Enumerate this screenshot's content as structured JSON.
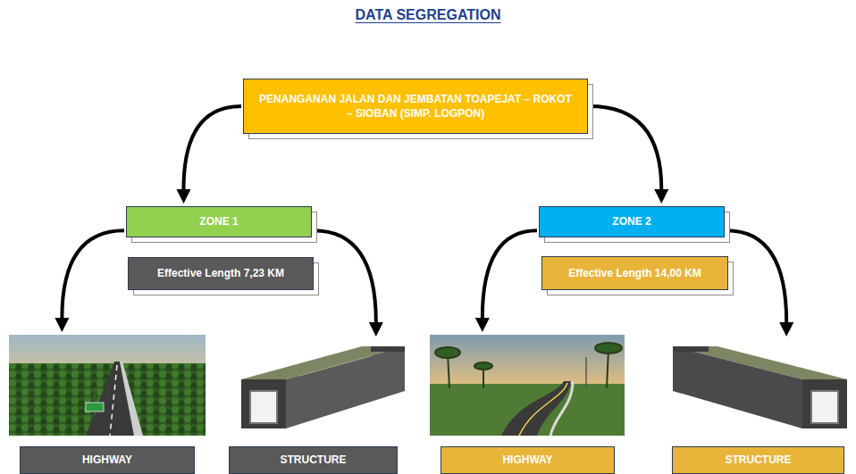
{
  "diagram": {
    "title": "DATA SEGREGATION",
    "nodes": [
      {
        "text": [
          "PENANGANAN JALAN DAN JEMBATAN TOAPEJAT – ROKOT – SIOBAN (SIMP. LOGPON)"
        ]
      },
      {
        "text": [
          "ZONE 1"
        ]
      },
      {
        "text": [
          "Effective Length 7,23 KM"
        ]
      },
      {
        "text": [
          "ZONE 2"
        ]
      },
      {
        "text": [
          "Effective Length 14,00 KM"
        ]
      },
      {
        "text": [
          "HIGHWAY"
        ]
      },
      {
        "text": [
          "STRUCTURE"
        ]
      },
      {
        "text": [
          "HIGHWAY"
        ]
      },
      {
        "text": [
          "STRUCTURE"
        ]
      }
    ],
    "edges": [
      {
        "from": 0,
        "to": 1,
        "arrow": "to"
      },
      {
        "from": 0,
        "to": 3,
        "arrow": "to"
      },
      {
        "from": 1,
        "to": 5,
        "arrow": "to"
      },
      {
        "from": 1,
        "to": 6,
        "arrow": "to"
      },
      {
        "from": 3,
        "to": 7,
        "arrow": "to"
      },
      {
        "from": 3,
        "to": 8,
        "arrow": "to"
      }
    ]
  }
}
